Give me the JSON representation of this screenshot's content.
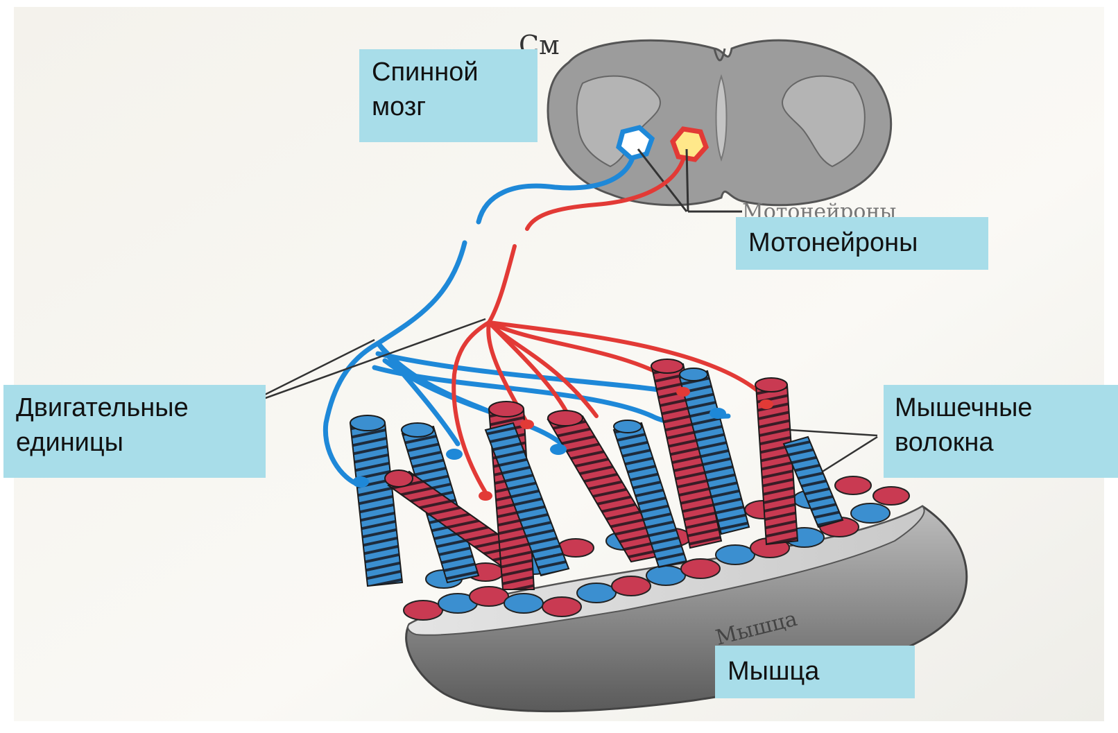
{
  "labels": {
    "spinal_cord": {
      "line1": "Спинной",
      "line2": "мозг"
    },
    "motoneurons": "Мотонейроны",
    "motor_units": {
      "line1": "Двигательные",
      "line2": "единицы"
    },
    "muscle_fibers": {
      "line1": "Мышечные",
      "line2": "волокна"
    },
    "muscle": "Мышца"
  },
  "scan_text": {
    "cm": "См",
    "motoneurons_printed": "Мотонейроны",
    "muscle_printed": "Мышца"
  },
  "colors": {
    "page": "#f6f4ef",
    "label_box": "#a8dde9",
    "blue_neuron": "#1e88d8",
    "red_neuron": "#e23a36",
    "blue_fiber": "#3b8fd0",
    "red_fiber": "#c93a52",
    "spinal_gray": "#9c9c9c",
    "muscle_gray": "#8f8f8f"
  }
}
